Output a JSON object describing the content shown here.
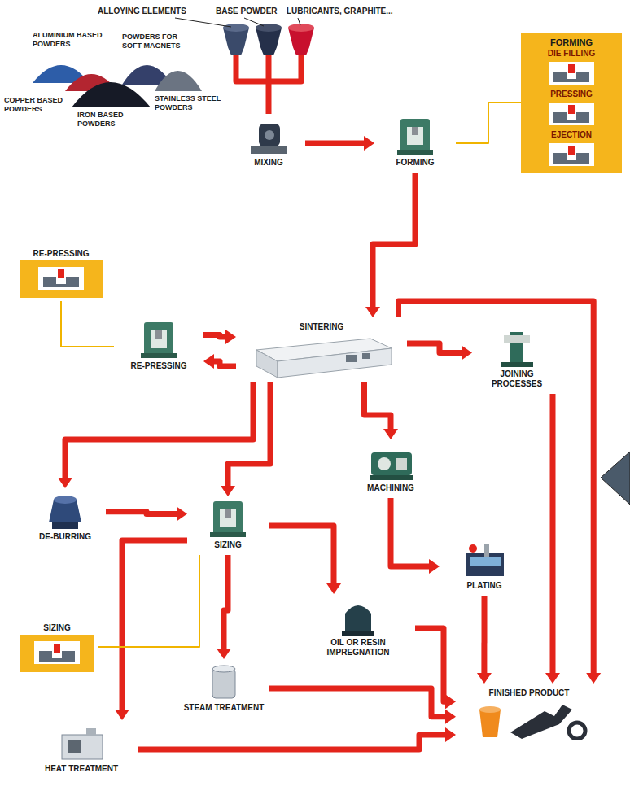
{
  "diagram": {
    "nodes": [
      {
        "text": [
          "MIXING"
        ]
      },
      {
        "text": [
          "FORMING"
        ]
      },
      {
        "text": [
          "FORMING",
          "DIE FILLING",
          "PRESSING",
          "EJECTION"
        ]
      },
      {
        "text": [
          "RE-PRESSING"
        ]
      },
      {
        "text": [
          "RE-PRESSING"
        ]
      },
      {
        "text": [
          "SINTERING"
        ]
      },
      {
        "text": [
          "JOINING PROCESSES"
        ]
      },
      {
        "text": [
          "MACHINING"
        ]
      },
      {
        "text": [
          "DE-BURRING"
        ]
      },
      {
        "text": [
          "SIZING"
        ]
      },
      {
        "text": [
          "SIZING"
        ]
      },
      {
        "text": [
          "PLATING"
        ]
      },
      {
        "text": [
          "OIL OR RESIN IMPREGNATION"
        ]
      },
      {
        "text": [
          "STEAM TREATMENT"
        ]
      },
      {
        "text": [
          "HEAT TREATMENT"
        ]
      },
      {
        "text": [
          "FINISHED PRODUCT"
        ]
      }
    ],
    "edges": [
      {
        "from": 0,
        "to": 1,
        "arrow": "to"
      },
      {
        "from": 1,
        "to": 5,
        "arrow": "to"
      },
      {
        "from": 2,
        "to": 1,
        "arrow": "none"
      },
      {
        "from": 3,
        "to": 4,
        "arrow": "none"
      },
      {
        "from": 4,
        "to": 5,
        "arrow": "to"
      },
      {
        "from": 5,
        "to": 4,
        "arrow": "to"
      },
      {
        "from": 5,
        "to": 8,
        "arrow": "to"
      },
      {
        "from": 5,
        "to": 10,
        "arrow": "to"
      },
      {
        "from": 5,
        "to": 7,
        "arrow": "to"
      },
      {
        "from": 5,
        "to": 6,
        "arrow": "to"
      },
      {
        "from": 5,
        "to": 15,
        "arrow": "to"
      },
      {
        "from": 7,
        "to": 11,
        "arrow": "to"
      },
      {
        "from": 10,
        "to": 12,
        "arrow": "to"
      },
      {
        "from": 10,
        "to": 13,
        "arrow": "to"
      },
      {
        "from": 10,
        "to": 14,
        "arrow": "to"
      },
      {
        "from": 8,
        "to": 10,
        "arrow": "to"
      },
      {
        "from": 6,
        "to": 15,
        "arrow": "to"
      },
      {
        "from": 11,
        "to": 15,
        "arrow": "to"
      },
      {
        "from": 12,
        "to": 15,
        "arrow": "to"
      },
      {
        "from": 13,
        "to": 15,
        "arrow": "to"
      },
      {
        "from": 14,
        "to": 15,
        "arrow": "to"
      },
      {
        "from": 9,
        "to": 10,
        "arrow": "none"
      }
    ],
    "labels": [
      "ALLOYING ELEMENTS",
      "BASE POWDER",
      "LUBRICANTS, GRAPHITE...",
      "ALUMINIUM BASED POWDERS",
      "POWDERS FOR SOFT MAGNETS",
      "STAINLESS STEEL POWDERS",
      "COPPER BASED POWDERS",
      "IRON BASED POWDERS"
    ]
  }
}
